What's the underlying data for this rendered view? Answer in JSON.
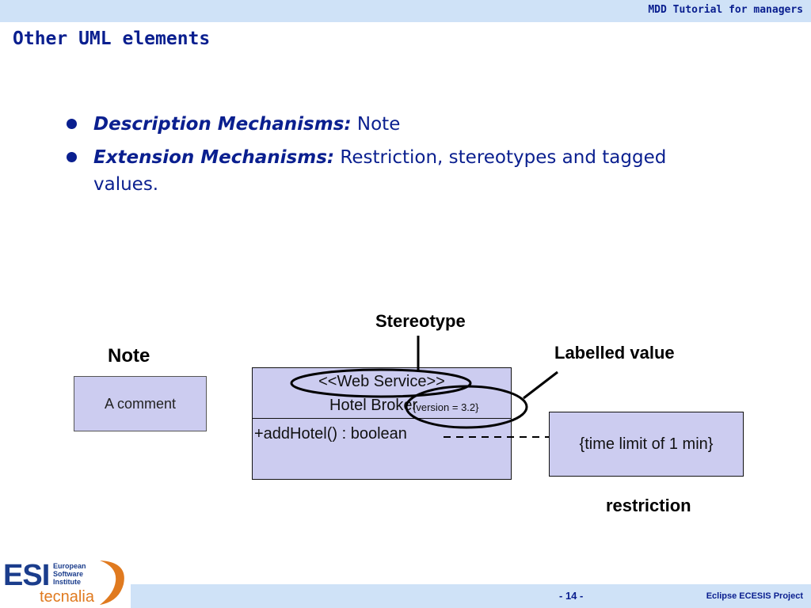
{
  "header": {
    "title": "MDD Tutorial for managers"
  },
  "slide": {
    "title": "Other UML elements"
  },
  "bullets": [
    {
      "term": "Description Mechanisms:",
      "text": " Note"
    },
    {
      "term": "Extension Mechanisms:",
      "text": " Restriction, stereotypes and tagged values."
    }
  ],
  "diagram": {
    "labels": {
      "note": "Note",
      "stereotype": "Stereotype",
      "labelled_value": "Labelled value",
      "restriction": "restriction"
    },
    "note_box": {
      "text": "A comment"
    },
    "class_box": {
      "stereotype": "<<Web Service>>",
      "name": "Hotel Broker",
      "tagged_value": "{version = 3.2}",
      "operation": "+addHotel() : boolean"
    },
    "restriction_box": {
      "text": "{time limit of 1 min}"
    }
  },
  "footer": {
    "page_number": "- 14 -",
    "project": "Eclipse ECESIS Project",
    "logo": {
      "esi": "ESI",
      "line1": "European",
      "line2": "Software",
      "line3": "Institute",
      "tecnalia": "tecnalia"
    }
  },
  "colors": {
    "accent": "#0a1f8f",
    "band": "#cfe2f7",
    "uml_fill": "#ccccf0",
    "logo_orange": "#e07a1f"
  }
}
